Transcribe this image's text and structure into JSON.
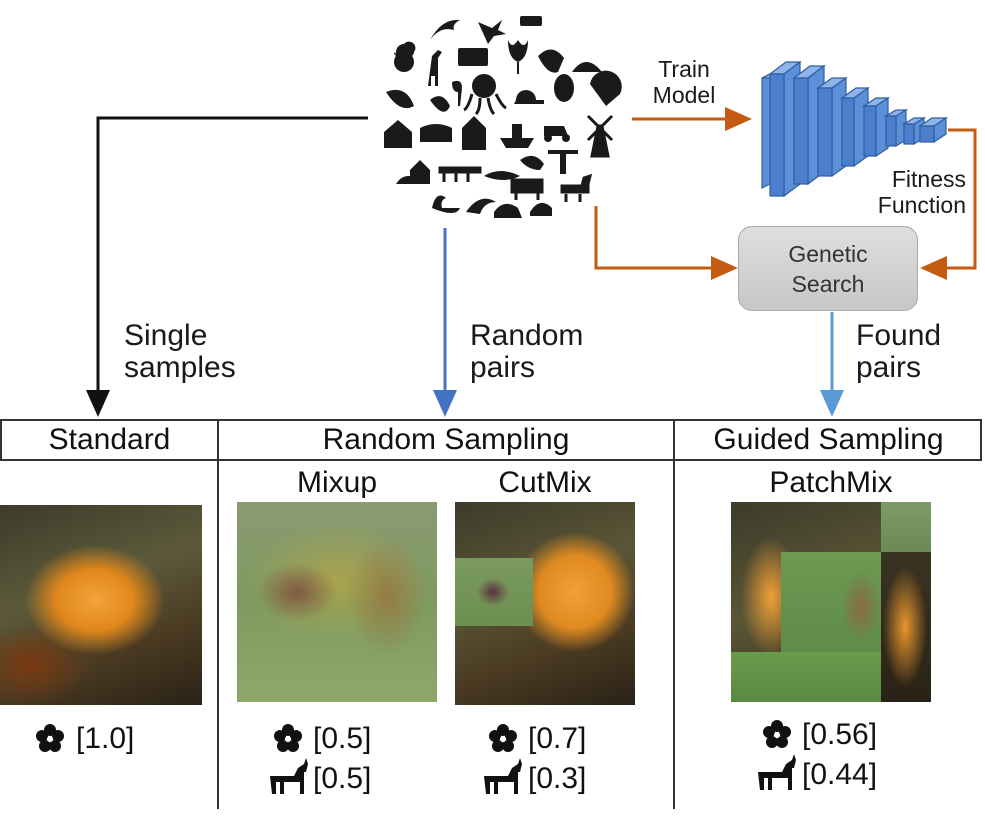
{
  "flow": {
    "train_model": "Train\nModel",
    "fitness_function": "Fitness\nFunction",
    "genetic_search": "Genetic\nSearch",
    "single_samples": "Single\nsamples",
    "random_pairs": "Random\npairs",
    "found_pairs": "Found\npairs"
  },
  "sections": {
    "standard": "Standard",
    "random_sampling": "Random Sampling",
    "guided_sampling": "Guided Sampling"
  },
  "methods": {
    "mixup": "Mixup",
    "cutmix": "CutMix",
    "patchmix": "PatchMix"
  },
  "weights": {
    "standard_flower": "[1.0]",
    "mixup_flower": "[0.5]",
    "mixup_goat": "[0.5]",
    "cutmix_flower": "[0.7]",
    "cutmix_goat": "[0.3]",
    "patchmix_flower": "[0.56]",
    "patchmix_goat": "[0.44]"
  },
  "icons": [
    "flower-icon",
    "goat-icon",
    "whale-icon",
    "hummingbird-icon",
    "tulip-icon",
    "octopus-icon",
    "house-icon",
    "windmill-icon",
    "swan-icon",
    "dolphin-icon",
    "frog-icon",
    "neural-network-icon"
  ],
  "colors": {
    "arrow_black": "#111111",
    "arrow_blue": "#4472c4",
    "arrow_light_blue": "#5b9bd5",
    "arrow_orange": "#c55a11",
    "network_blue": "#5b8fd8"
  }
}
